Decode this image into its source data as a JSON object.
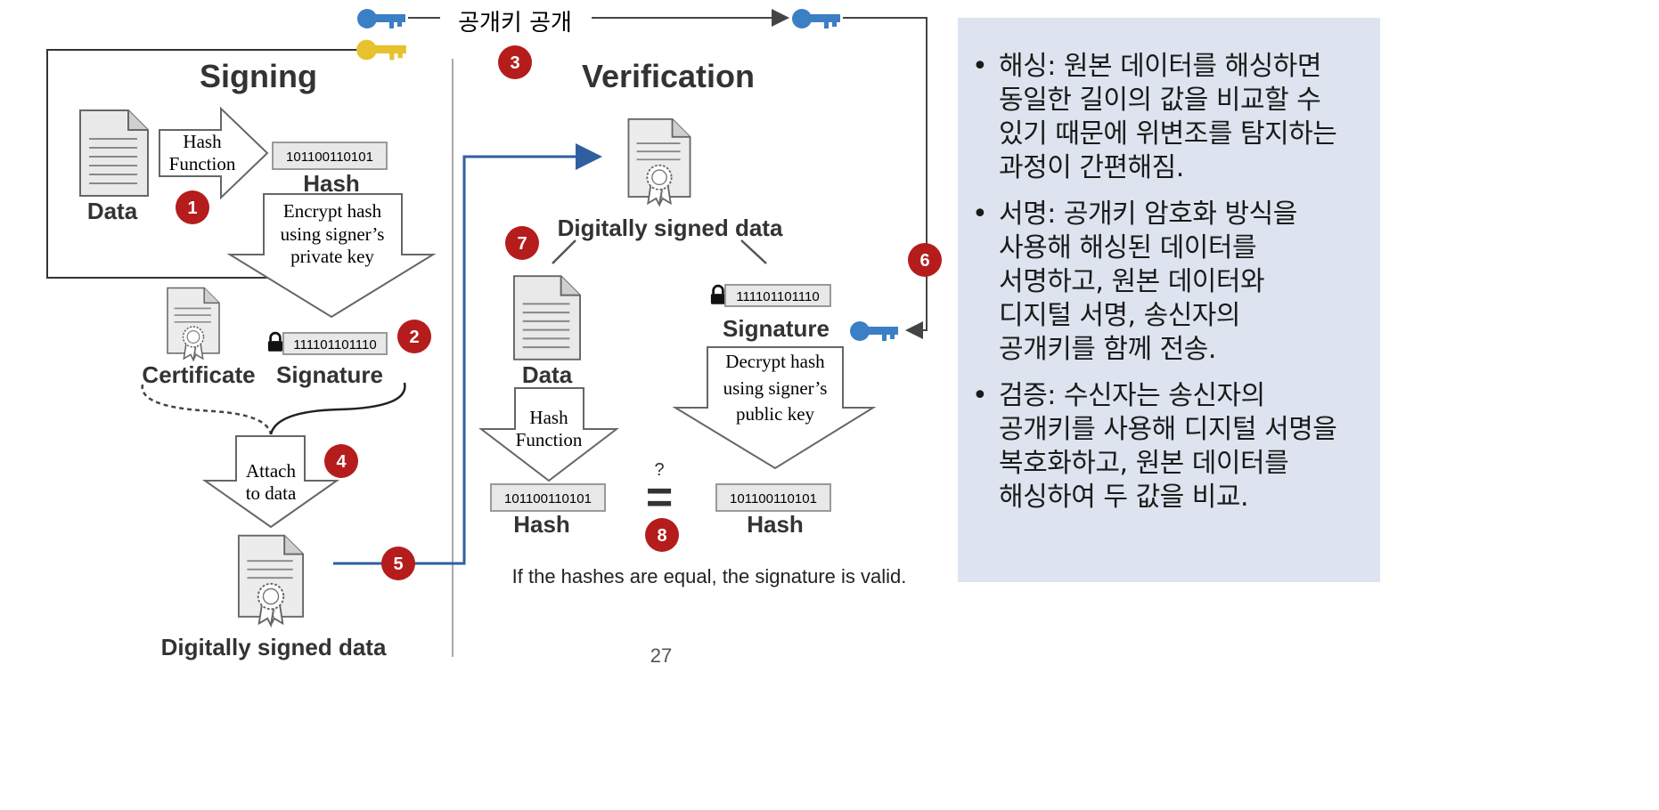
{
  "diagram": {
    "publish_key_label": "공개키 공개",
    "signing_title": "Signing",
    "verification_title": "Verification",
    "signing": {
      "data_label": "Data",
      "hash_function_line1": "Hash",
      "hash_function_line2": "Function",
      "hash_bits": "101100110101",
      "hash_label": "Hash",
      "encrypt_line1": "Encrypt hash",
      "encrypt_line2": "using signer’s",
      "encrypt_line3": "private key",
      "certificate_label": "Certificate",
      "signature_bits": "111101101110",
      "signature_label": "Signature",
      "attach_line1": "Attach",
      "attach_line2": "to data",
      "signed_data_label": "Digitally signed data"
    },
    "verification": {
      "signed_data_label": "Digitally signed data",
      "data_label": "Data",
      "signature_bits": "111101101110",
      "signature_label": "Signature",
      "hash_function_line1": "Hash",
      "hash_function_line2": "Function",
      "decrypt_line1": "Decrypt hash",
      "decrypt_line2": "using signer’s",
      "decrypt_line3": "public key",
      "left_hash_bits": "101100110101",
      "left_hash_label": "Hash",
      "right_hash_bits": "101100110101",
      "right_hash_label": "Hash",
      "question_mark": "?",
      "equal_sign": "=",
      "result_text": "If the hashes are equal, the signature is valid."
    },
    "badges": [
      "1",
      "2",
      "3",
      "4",
      "5",
      "6",
      "7",
      "8"
    ],
    "colors": {
      "badge": "#b51c1c",
      "flow_line_blue": "#2f5f9e",
      "public_key": "#3b7fc4",
      "private_key": "#e6c22e",
      "panel_bg": "#dde4ef"
    },
    "icons": [
      "public-key-icon",
      "private-key-icon",
      "document-icon",
      "certificate-icon",
      "lock-icon"
    ]
  },
  "notes": [
    {
      "bullet": "•",
      "text": "해싱: 원본 데이터를 해싱하면\n동일한 길이의 값을 비교할 수\n있기 때문에 위변조를 탐지하는\n과정이 간편해짐."
    },
    {
      "bullet": "•",
      "text": "서명: 공개키 암호화 방식을\n사용해 해싱된 데이터를\n서명하고, 원본 데이터와\n디지털 서명, 송신자의\n공개키를 함께 전송."
    },
    {
      "bullet": "•",
      "text": "검증: 수신자는 송신자의\n공개키를 사용해 디지털 서명을\n복호화하고, 원본 데이터를\n해싱하여 두 값을 비교."
    }
  ],
  "page_number": "27"
}
